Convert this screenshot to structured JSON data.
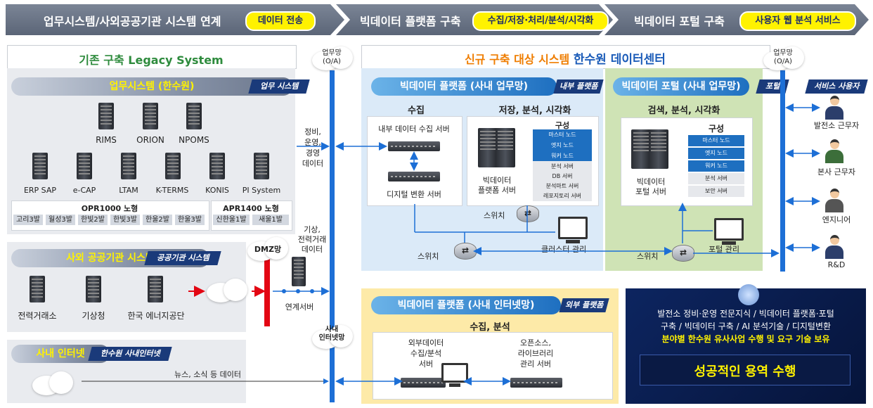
{
  "banner": {
    "step1_title": "업무시스템/사외공공기관 시스템 연계",
    "step1_pill": "데이터 전송",
    "step2_title": "빅데이터 플랫폼 구축",
    "step2_pill": "수집/저장·처리/분석/시각화",
    "step3_title": "빅데이터 포털 구축",
    "step3_pill": "사용자 웹 분석 서비스"
  },
  "legacy": {
    "title": "기존 구축 Legacy System",
    "business": {
      "title": "업무시스템 (한수원)",
      "tag": "업무 시스템",
      "systems_row1": [
        "RIMS",
        "ORION",
        "NPOMS"
      ],
      "systems_row2": [
        "ERP SAP",
        "e-CAP",
        "LTAM",
        "K-TERMS",
        "KONIS",
        "PI System"
      ],
      "opr_title": "OPR1000 노형",
      "opr_plants": [
        "고리3발",
        "월성3발",
        "한빛2발",
        "한빛3발",
        "한울2발",
        "한울3발"
      ],
      "apr_title": "APR1400 노형",
      "apr_plants": [
        "신한울1발",
        "새울1발"
      ]
    },
    "external": {
      "title": "사외 공공기관 시스템",
      "tag": "공공기관 시스템",
      "systems": [
        "전력거래소",
        "기상청",
        "한국 에너지공단"
      ]
    },
    "intranet": {
      "title": "사내 인터넷",
      "tag": "한수원 사내인터넷"
    }
  },
  "links": {
    "maintenance_data": "정비,\n운영,\n경영\n데이터",
    "weather_data": "기상,\n전력거래\n데이터",
    "dmz": "DMZ망",
    "relay_server": "연계서버",
    "news_data": "뉴스, 소식 등 데이터",
    "ota_left": "업무망\n(O/A)",
    "ota_right": "업무망\n(O/A)",
    "internal_internet": "사내\n인터넷망"
  },
  "new_system": {
    "title_prefix": "신규 구축 대상 시스템",
    "title_suffix": "한수원 데이터센터"
  },
  "bigdata_internal": {
    "title": "빅데이터 플랫폼 (사내 업무망)",
    "tag": "내부 플랫폼",
    "collect_title": "수집",
    "storage_title": "저장, 분석, 시각화",
    "collect_server": "내부 데이터 수집 서버",
    "digital_server": "디지털 변환 서버",
    "platform_server": "빅데이터\n플랫폼 서버",
    "compose_title": "구성",
    "components": [
      "마스터 노드",
      "엣지 노드",
      "워커 노드",
      "분석 서버",
      "DB 서버",
      "분석마트 서버",
      "레포지토리 서버"
    ],
    "switch_top": "스위치",
    "switch_bottom": "스위치",
    "cluster_mgmt": "클러스터 관리"
  },
  "bigdata_portal": {
    "title": "빅데이터 포털 (사내 업무망)",
    "tag": "포털",
    "section_title": "검색, 분석, 시각화",
    "portal_server": "빅데이터\n포털 서버",
    "compose_title": "구성",
    "components": [
      "마스터 노드",
      "엣지 노드",
      "워커 노드",
      "분석 서버",
      "보안 서버"
    ],
    "switch": "스위치",
    "portal_mgmt": "포털 관리"
  },
  "service_users": {
    "tag": "서비스 사용자",
    "users": [
      "발전소 근무자",
      "본사 근무자",
      "엔지니어",
      "R&D"
    ]
  },
  "bigdata_external": {
    "title": "빅데이터 플랫폼 (사내 인터넷망)",
    "tag": "외부 플랫폼",
    "section_title": "수집, 분석",
    "ext_server": "외부데이터\n수집/분석\n서버",
    "oss_server": "오픈소스,\n라이브러리\n관리 서버"
  },
  "summary": {
    "line1": "발전소 정비·운영 전문지식 / 빅데이터 플랫폼·포털",
    "line2": "구축 / 빅데이터 구축 / AI 분석기술 / 디지털변환",
    "line3": "분야별 한수원 유사사업 수행 및 요구 기술 보유",
    "success": "성공적인 용역 수행"
  }
}
